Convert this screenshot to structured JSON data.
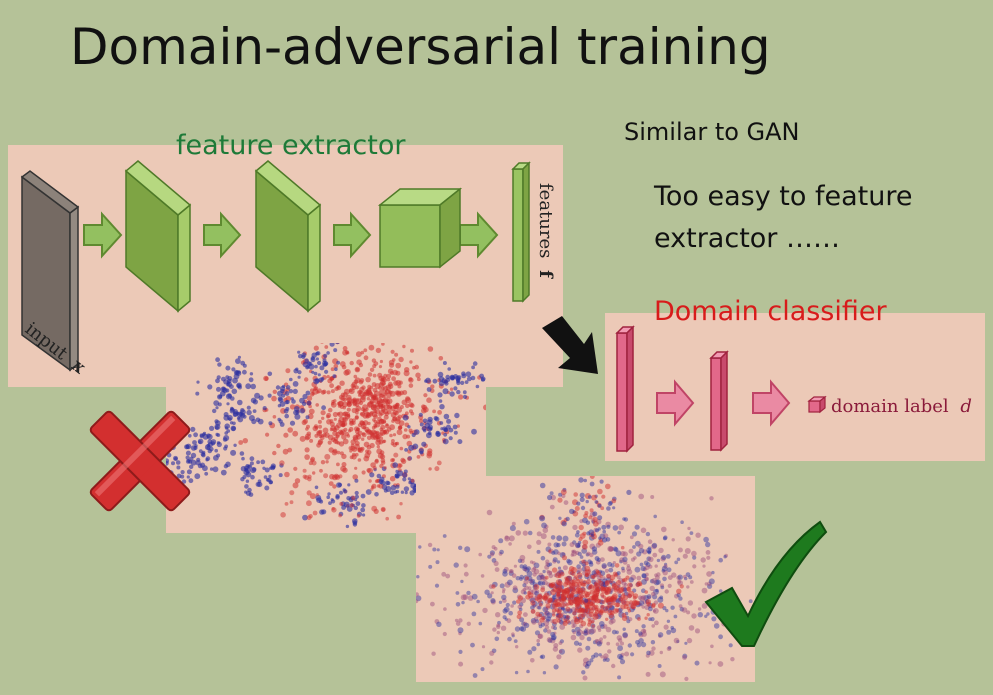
{
  "slide": {
    "title": "Domain-adversarial training",
    "note_1": "Similar to GAN",
    "note_2_line1": "Too easy to feature",
    "note_2_line2": "extractor ……",
    "feature_extractor_label": "feature extractor",
    "domain_classifier_label": "Domain classifier"
  },
  "network": {
    "input_label": "input",
    "input_symbol": "x",
    "features_label": "features",
    "features_symbol": "f",
    "domain_label_text": "domain label",
    "domain_label_symbol": "d"
  },
  "colors": {
    "background": "#b5c298",
    "panel": "#ecc9b7",
    "feature_block": "#8fb856",
    "classifier_block": "#e46a8a",
    "source_points": "#2b2fa0",
    "target_points": "#d03030",
    "cross": "#d32f2f",
    "check": "#1e7a1e"
  },
  "icons": {
    "fail_marker": "red-cross-icon",
    "pass_marker": "green-check-icon",
    "pointer": "black-arrow-icon"
  }
}
